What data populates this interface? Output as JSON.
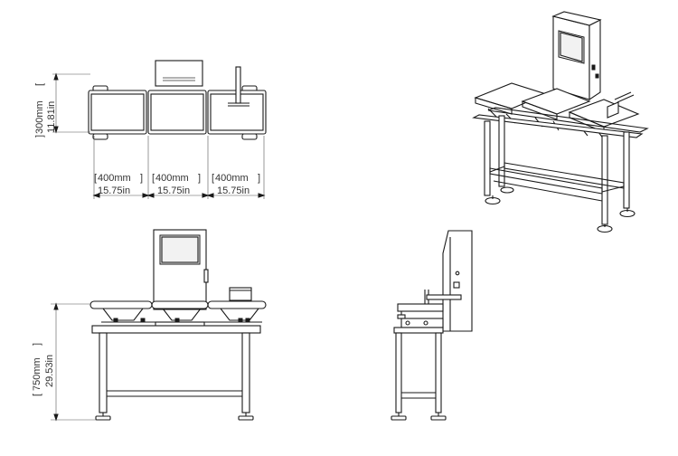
{
  "top_view": {
    "height": {
      "metric": "300mm",
      "imperial": "11.81in"
    },
    "segments": [
      {
        "metric": "400mm",
        "imperial": "15.75in"
      },
      {
        "metric": "400mm",
        "imperial": "15.75in"
      },
      {
        "metric": "400mm",
        "imperial": "15.75in"
      }
    ]
  },
  "front_view": {
    "height": {
      "metric": "750mm",
      "imperial": "29.53in"
    }
  }
}
